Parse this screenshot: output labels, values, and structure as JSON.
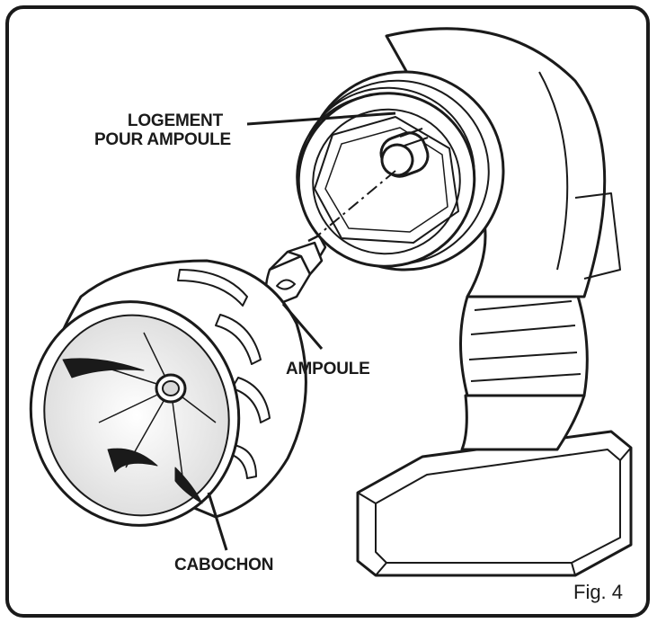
{
  "labels": {
    "bulb_housing_line1": "LOGEMENT",
    "bulb_housing_line2": "POUR AMPOULE",
    "bulb": "AMPOULE",
    "lens_cap": "CABOCHON"
  },
  "figure_label": "Fig. 4",
  "colors": {
    "ink": "#1a1a1a",
    "paper": "#ffffff",
    "shade": "#d9d9d9"
  }
}
